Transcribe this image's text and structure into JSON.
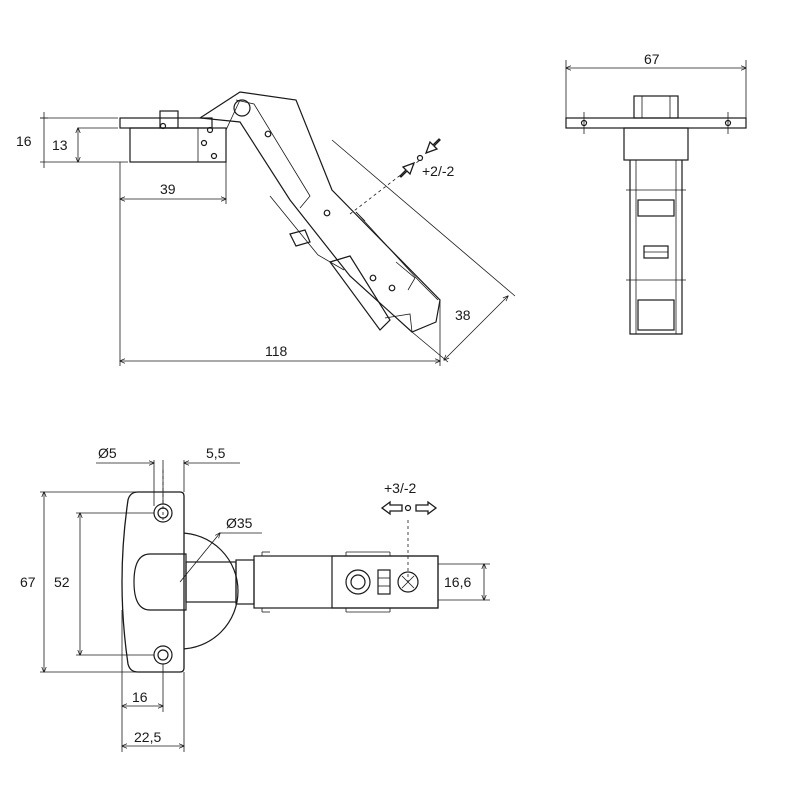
{
  "side_view": {
    "dims": {
      "height_16": "16",
      "height_13": "13",
      "width_39": "39",
      "width_118": "118",
      "diag_38": "38",
      "adjust": "+2/-2"
    }
  },
  "end_view": {
    "dims": {
      "width_67": "67"
    }
  },
  "plan_view": {
    "dims": {
      "hole_dia": "Ø5",
      "offset_5_5": "5,5",
      "cup_dia": "Ø35",
      "height_67": "67",
      "spacing_52": "52",
      "arm_16_6": "16,6",
      "dist_16": "16",
      "dist_22_5": "22,5",
      "adjust": "+3/-2"
    }
  }
}
